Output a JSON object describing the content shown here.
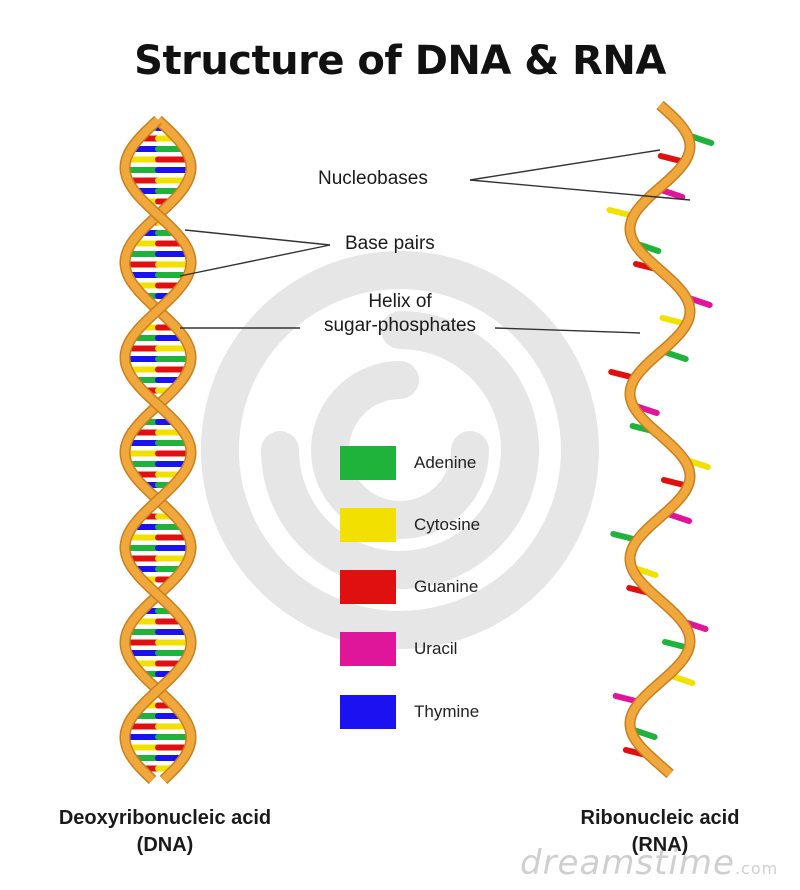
{
  "title": "Structure of DNA & RNA",
  "callouts": {
    "nucleobases": "Nucleobases",
    "base_pairs": "Base pairs",
    "helix_line1": "Helix of",
    "helix_line2": "sugar-phosphates"
  },
  "legend": [
    {
      "label": "Adenine",
      "color": "#1fb33c"
    },
    {
      "label": "Cytosine",
      "color": "#f2e100"
    },
    {
      "label": "Guanine",
      "color": "#e01010"
    },
    {
      "label": "Uracil",
      "color": "#e0169a"
    },
    {
      "label": "Thymine",
      "color": "#1a12f0"
    }
  ],
  "backbone_color": "#f0a83c",
  "captions": {
    "dna_line1": "Deoxyribonucleic acid",
    "dna_line2": "(DNA)",
    "rna_line1": "Ribonucleic acid",
    "rna_line2": "(RNA)"
  },
  "watermark": {
    "brand": "dreamstime",
    "domain": ".com"
  },
  "icons": {
    "watermark_logo": "spiral-logo-icon"
  }
}
